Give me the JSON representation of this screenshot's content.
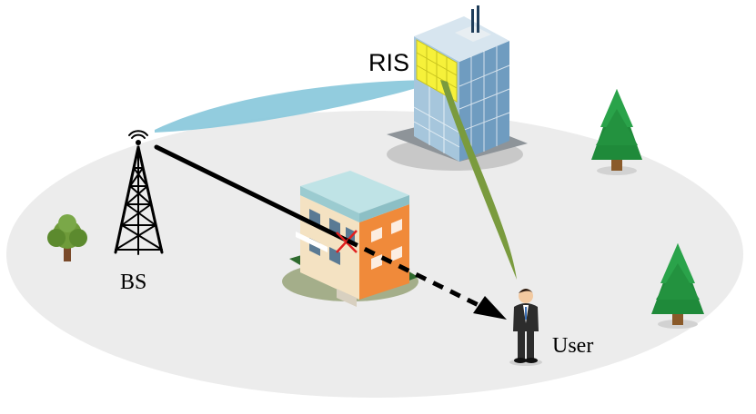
{
  "labels": {
    "ris": "RIS",
    "bs": "BS",
    "user": "User"
  },
  "colors": {
    "ground": "#ececec",
    "bs_to_ris_beam": "#8cc9dc",
    "ris_to_user_beam": "#7a9b3e",
    "direct_link": "#000000",
    "blocked_mark": "#e02020",
    "ris_panel": "#f6f13a",
    "tree_conifer": "#1f8a3a",
    "tree_deciduous": "#6f9b3a",
    "house_wall": "#f08a3a",
    "house_roof": "#bfe3e6"
  },
  "icons": {
    "base_station": "antenna-tower-icon",
    "ris_building": "office-building-icon",
    "obstacle": "house-icon",
    "user": "businessman-icon",
    "trees": "tree-icon"
  }
}
